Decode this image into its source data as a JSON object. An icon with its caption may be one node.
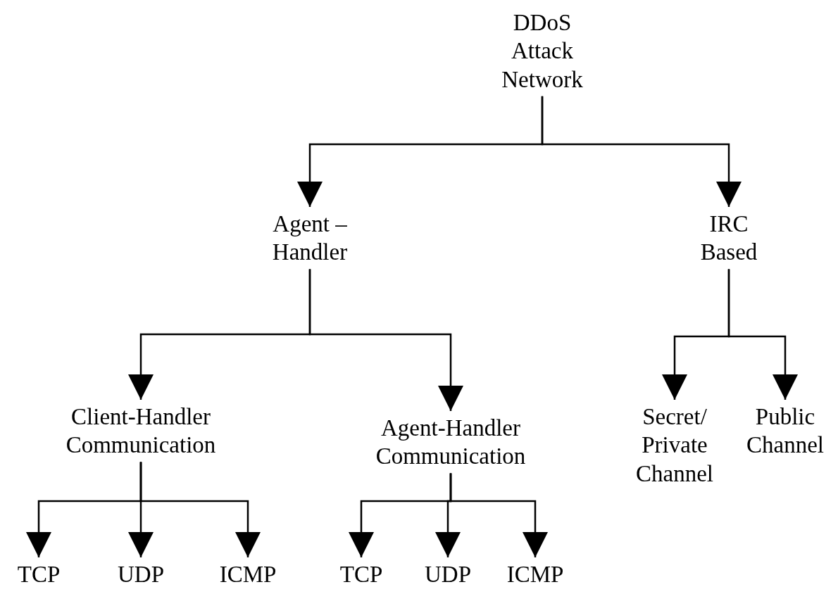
{
  "diagram": {
    "nodes": [
      {
        "text": [
          "DDoS Attack Network"
        ]
      },
      {
        "text": [
          "Agent – Handler"
        ]
      },
      {
        "text": [
          "IRC Based"
        ]
      },
      {
        "text": [
          "Client-Handler Communication"
        ]
      },
      {
        "text": [
          "Agent-Handler Communication"
        ]
      },
      {
        "text": [
          "Secret/ Private Channel"
        ]
      },
      {
        "text": [
          "Public Channel"
        ]
      },
      {
        "text": [
          "TCP"
        ]
      },
      {
        "text": [
          "UDP"
        ]
      },
      {
        "text": [
          "ICMP"
        ]
      },
      {
        "text": [
          "TCP"
        ]
      },
      {
        "text": [
          "UDP"
        ]
      },
      {
        "text": [
          "ICMP"
        ]
      }
    ],
    "edges": [
      {
        "from": 0,
        "to": 1,
        "arrow": "to"
      },
      {
        "from": 0,
        "to": 2,
        "arrow": "to"
      },
      {
        "from": 1,
        "to": 3,
        "arrow": "to"
      },
      {
        "from": 1,
        "to": 4,
        "arrow": "to"
      },
      {
        "from": 2,
        "to": 5,
        "arrow": "to"
      },
      {
        "from": 2,
        "to": 6,
        "arrow": "to"
      },
      {
        "from": 3,
        "to": 7,
        "arrow": "to"
      },
      {
        "from": 3,
        "to": 8,
        "arrow": "to"
      },
      {
        "from": 3,
        "to": 9,
        "arrow": "to"
      },
      {
        "from": 4,
        "to": 10,
        "arrow": "to"
      },
      {
        "from": 4,
        "to": 11,
        "arrow": "to"
      },
      {
        "from": 4,
        "to": 12,
        "arrow": "to"
      }
    ]
  }
}
